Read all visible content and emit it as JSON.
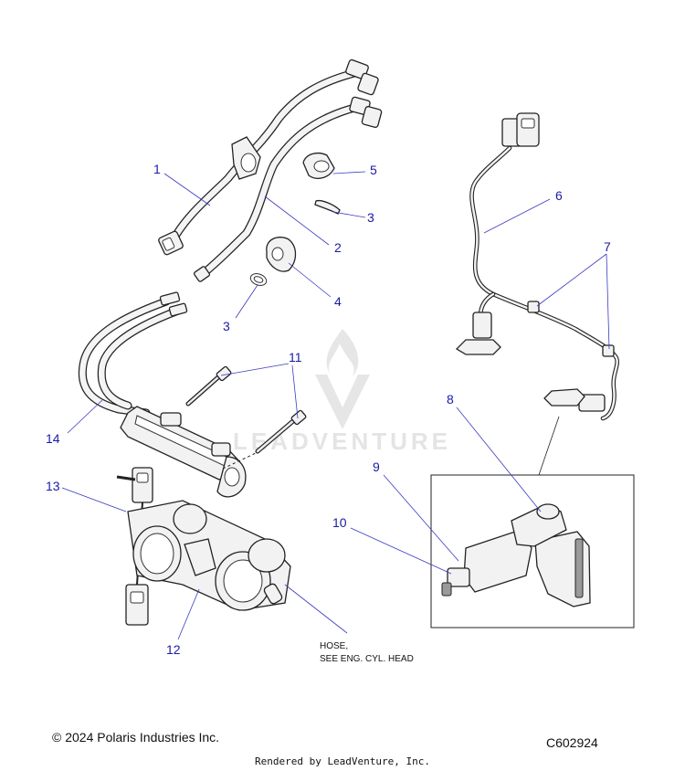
{
  "watermark": {
    "text": "LEADVENTURE"
  },
  "callouts": {
    "c1": "1",
    "c2": "2",
    "c3a": "3",
    "c3b": "3",
    "c4": "4",
    "c5": "5",
    "c6": "6",
    "c7": "7",
    "c8": "8",
    "c9": "9",
    "c10": "10",
    "c11": "11",
    "c12": "12",
    "c13": "13",
    "c14": "14"
  },
  "note": {
    "line1": "HOSE,",
    "line2": "SEE ENG. CYL. HEAD"
  },
  "footer": {
    "copyright": "© 2024 Polaris Industries Inc.",
    "diagram_code": "C602924",
    "rendered_by": "Rendered by LeadVenture, Inc."
  }
}
